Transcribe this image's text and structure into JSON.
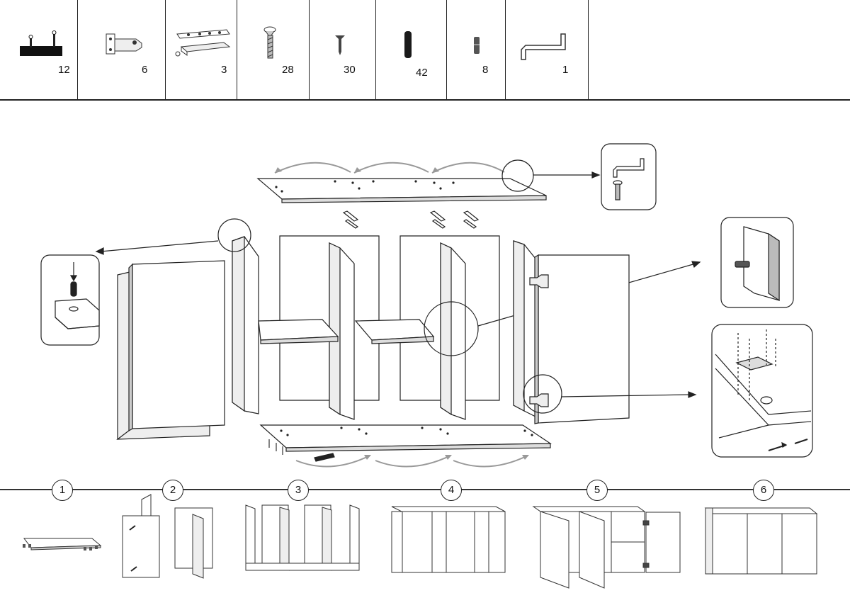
{
  "parts": [
    {
      "icon": "dowel-strip-icon",
      "qty": "12"
    },
    {
      "icon": "hinge-icon",
      "qty": "6"
    },
    {
      "icon": "connector-rail-icon",
      "qty": "3"
    },
    {
      "icon": "screw-large-icon",
      "qty": "28"
    },
    {
      "icon": "screw-small-icon",
      "qty": "30"
    },
    {
      "icon": "wooden-dowel-icon",
      "qty": "42"
    },
    {
      "icon": "short-pin-icon",
      "qty": "8"
    },
    {
      "icon": "allen-key-icon",
      "qty": "1"
    }
  ],
  "steps": [
    "1",
    "2",
    "3",
    "4",
    "5",
    "6"
  ]
}
